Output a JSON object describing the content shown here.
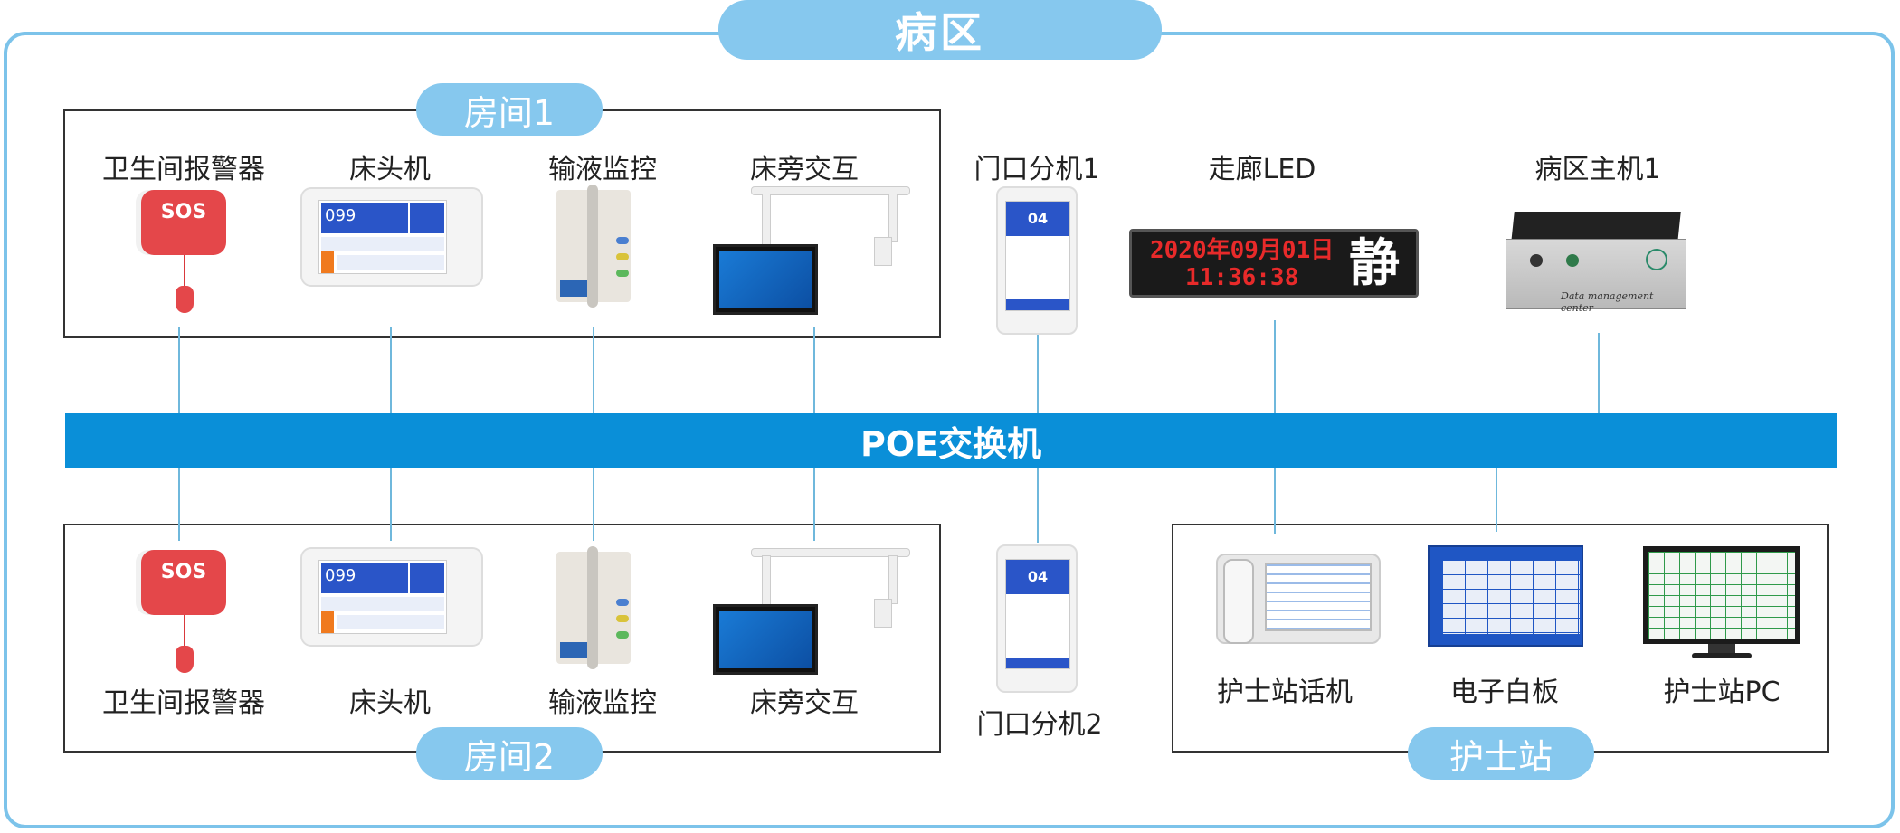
{
  "ward": {
    "title": "病区"
  },
  "room1": {
    "title": "房间1",
    "devices": [
      "卫生间报警器",
      "床头机",
      "输液监控",
      "床旁交互"
    ]
  },
  "room2": {
    "title": "房间2",
    "devices": [
      "卫生间报警器",
      "床头机",
      "输液监控",
      "床旁交互"
    ]
  },
  "door1": {
    "label": "门口分机1"
  },
  "door2": {
    "label": "门口分机2"
  },
  "corridor_led": {
    "label": "走廊LED",
    "date": "2020年09月01日",
    "time": "11:36:38",
    "status": "静"
  },
  "ward_host": {
    "label": "病区主机1",
    "brand": "Data management center"
  },
  "switch": {
    "label": "POE交换机"
  },
  "nurse_station": {
    "title": "护士站",
    "devices": [
      "护士站话机",
      "电子白板",
      "护士站PC"
    ]
  },
  "device_text": {
    "sos": "SOS",
    "bed_number": "099",
    "door_number": "04"
  },
  "colors": {
    "frame": "#7cc3ea",
    "switch": "#0a8fd8",
    "pill": "#86c8ee",
    "line": "#6fb8dc"
  }
}
